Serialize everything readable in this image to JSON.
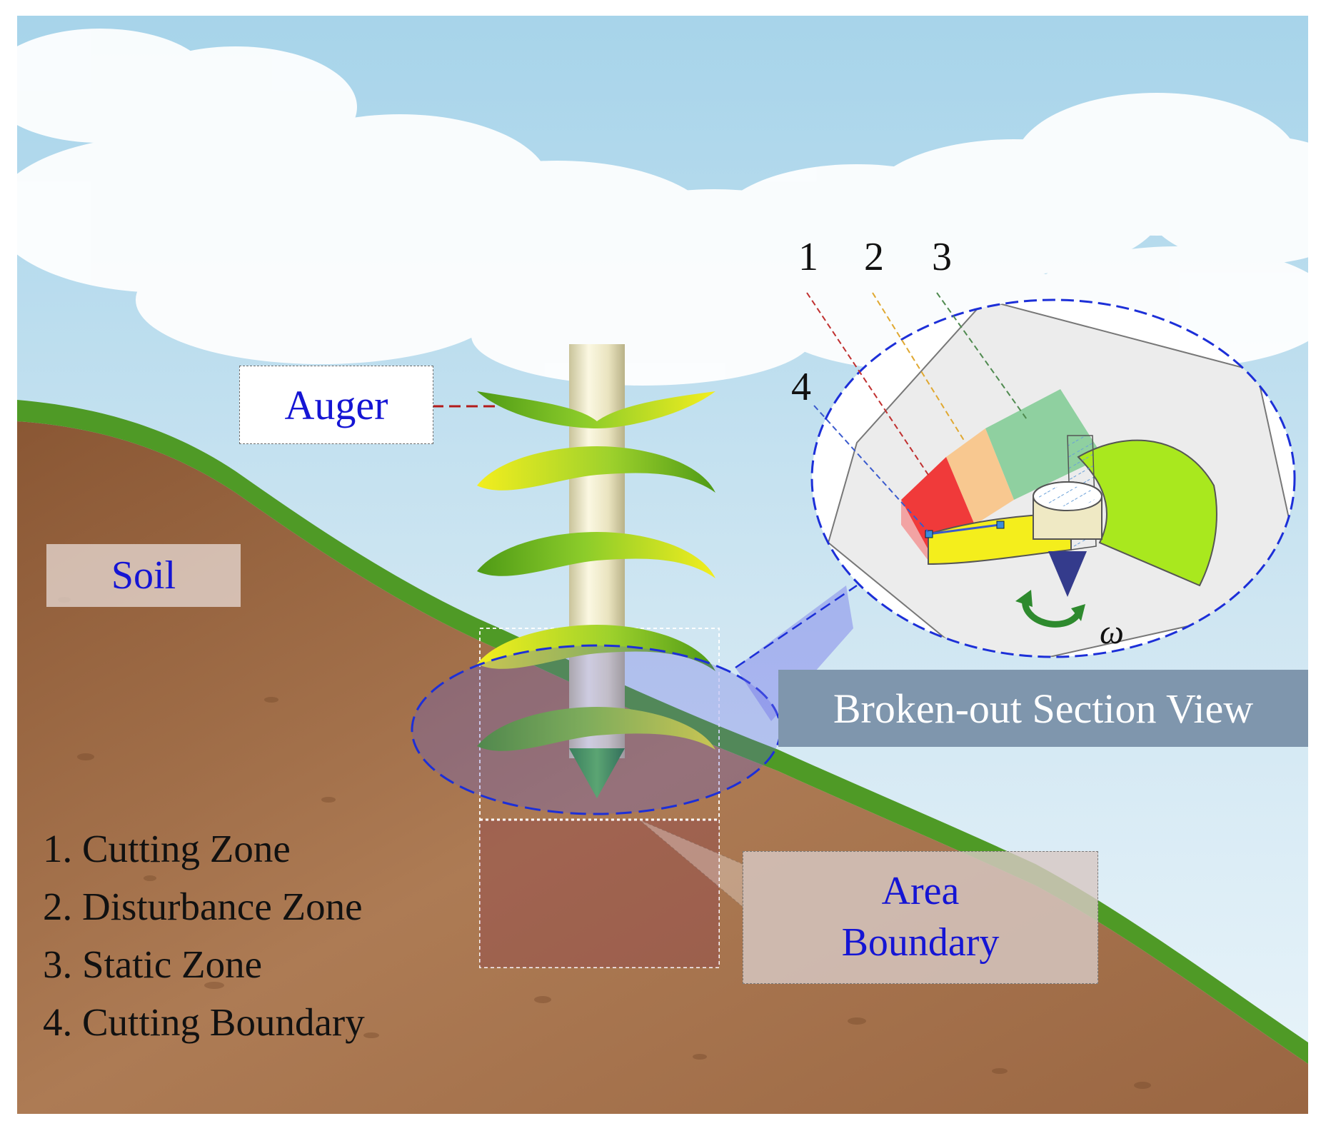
{
  "labels": {
    "auger": "Auger",
    "soil": "Soil",
    "broken_out_section_view": "Broken-out Section View",
    "area_boundary_line1": "Area",
    "area_boundary_line2": "Boundary",
    "omega": "ω"
  },
  "zone_numbers": [
    "1",
    "2",
    "3",
    "4"
  ],
  "legend": [
    "1. Cutting Zone",
    "2. Disturbance Zone",
    "3. Static Zone",
    "4. Cutting Boundary"
  ],
  "colors": {
    "label_blue": "#1515d4",
    "cutting_zone": "#f03a3a",
    "disturbance_zone": "#f8c890",
    "static_zone": "#8fd0a0",
    "cutting_boundary": "#3a5acd",
    "auger_green": "#6cbf1e",
    "auger_yellow": "#f2ea1a",
    "soil": "#a4704c",
    "grass": "#4f9a26"
  }
}
